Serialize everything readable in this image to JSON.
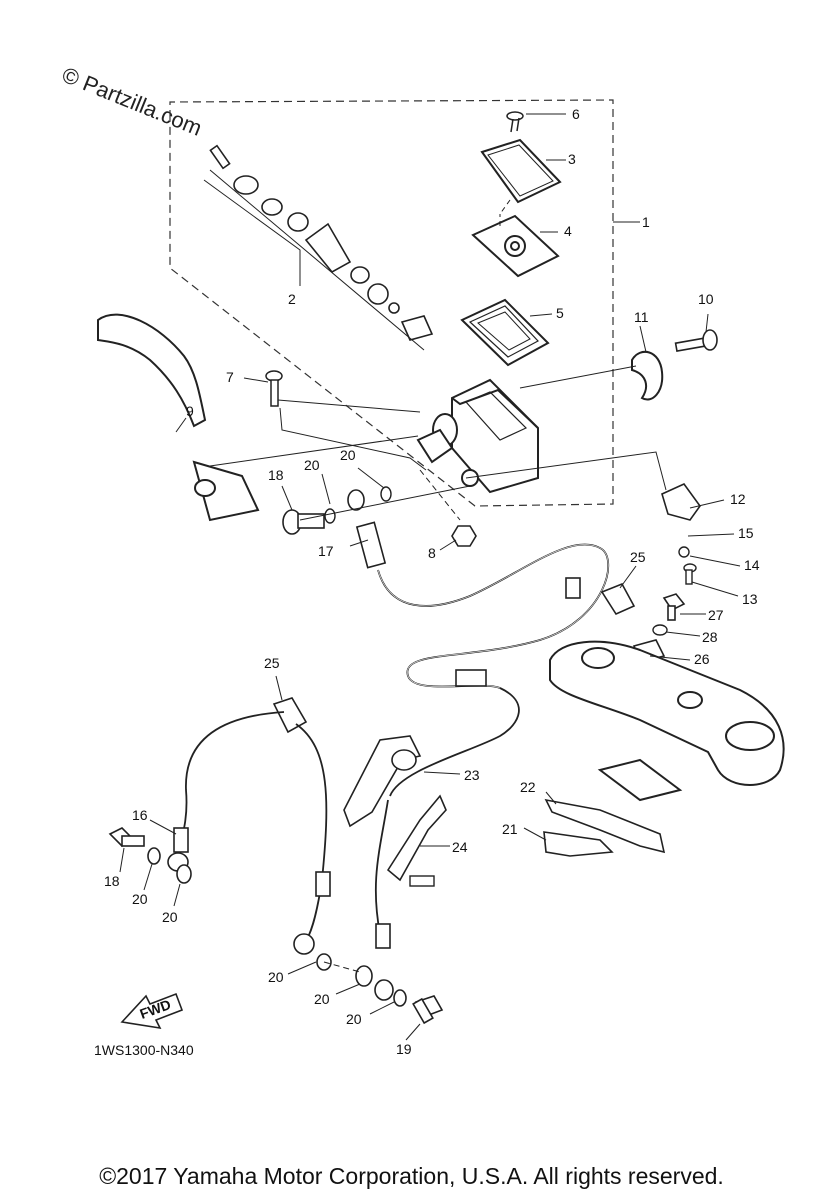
{
  "watermark": "© Partzilla.com",
  "diagram_code": "1WS1300-N340",
  "fwd_label": "FWD",
  "copyright": "©2017 Yamaha Motor Corporation, U.S.A. All rights reserved.",
  "callouts": [
    "1",
    "2",
    "3",
    "4",
    "5",
    "6",
    "7",
    "8",
    "9",
    "10",
    "11",
    "12",
    "13",
    "14",
    "15",
    "16",
    "17",
    "18",
    "18",
    "19",
    "20",
    "20",
    "20",
    "20",
    "20",
    "20",
    "20",
    "21",
    "22",
    "23",
    "24",
    "25",
    "25",
    "26",
    "27",
    "28"
  ]
}
